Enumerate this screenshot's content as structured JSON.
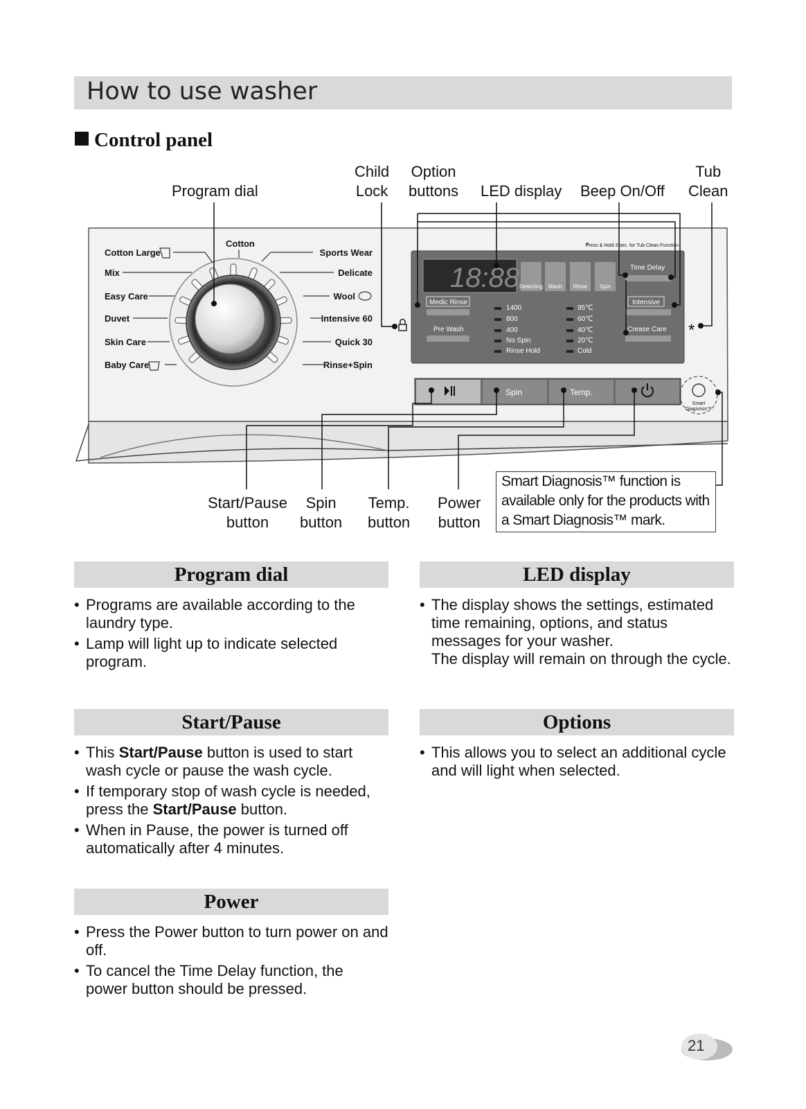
{
  "header": {
    "title": "How to use washer",
    "section": "Control panel"
  },
  "callouts": {
    "program_dial": "Program dial",
    "child_lock": [
      "Child",
      "Lock"
    ],
    "option_buttons": [
      "Option",
      "buttons"
    ],
    "led_display": "LED display",
    "beep": "Beep On/Off",
    "tub_clean": [
      "Tub",
      "Clean"
    ],
    "start_pause": [
      "Start/Pause",
      "button"
    ],
    "spin": [
      "Spin",
      "button"
    ],
    "temp": [
      "Temp.",
      "button"
    ],
    "power": [
      "Power",
      "button"
    ]
  },
  "panel": {
    "left_programs": [
      "Cotton Large",
      "Mix",
      "Easy Care",
      "Duvet",
      "Skin Care",
      "Baby Care"
    ],
    "top_program": "Cotton",
    "right_programs": [
      "Sports Wear",
      "Delicate",
      "Wool",
      "Intensive 60",
      "Quick 30",
      "Rinse+Spin"
    ],
    "tub_clean_note": "Press & Hold 3 sec. for Tub Clean Function",
    "asterisk": "*",
    "display_digits": "18:88",
    "status_labels": [
      "Detecting",
      "Wash",
      "Rinse",
      "Spin"
    ],
    "left_options": [
      "Medic Rinse",
      "Pre Wash"
    ],
    "spin_speeds": [
      "1400",
      "800",
      "400",
      "No Spin",
      "Rinse Hold"
    ],
    "temps": [
      "95℃",
      "60℃",
      "40℃",
      "20℃",
      "Cold"
    ],
    "right_options": [
      "Time Delay",
      "Intensive",
      "Crease Care"
    ],
    "buttons": [
      "Spin",
      "Temp."
    ],
    "smart_label": [
      "Smart",
      "Diagnosis™"
    ]
  },
  "smart_note": [
    "Smart Diagnosis™ function is",
    "available only for the products with",
    "a Smart Diagnosis™ mark."
  ],
  "boxes": {
    "program_dial": {
      "title": "Program dial",
      "items": [
        "Programs are available according to the laundry type.",
        "Lamp will light up to indicate selected program."
      ]
    },
    "led_display": {
      "title": "LED display",
      "items": [
        "The display shows the settings, estimated time remaining, options, and status messages for your washer.",
        "The display will remain on through the cycle."
      ]
    },
    "start_pause": {
      "title": "Start/Pause",
      "items": [
        [
          "This ",
          "Start/Pause",
          " button is used to start wash cycle or pause the wash cycle."
        ],
        [
          "If temporary stop of wash cycle is needed, press the ",
          "Start/Pause",
          " button."
        ],
        [
          "When in Pause, the power is turned off automatically after 4 minutes."
        ]
      ]
    },
    "options": {
      "title": "Options",
      "items": [
        "This allows you to select an additional cycle and will light when selected."
      ]
    },
    "power": {
      "title": "Power",
      "items": [
        "Press the Power button to turn power on and off.",
        "To cancel the Time Delay function, the power button should be pressed."
      ]
    }
  },
  "page_number": "21"
}
